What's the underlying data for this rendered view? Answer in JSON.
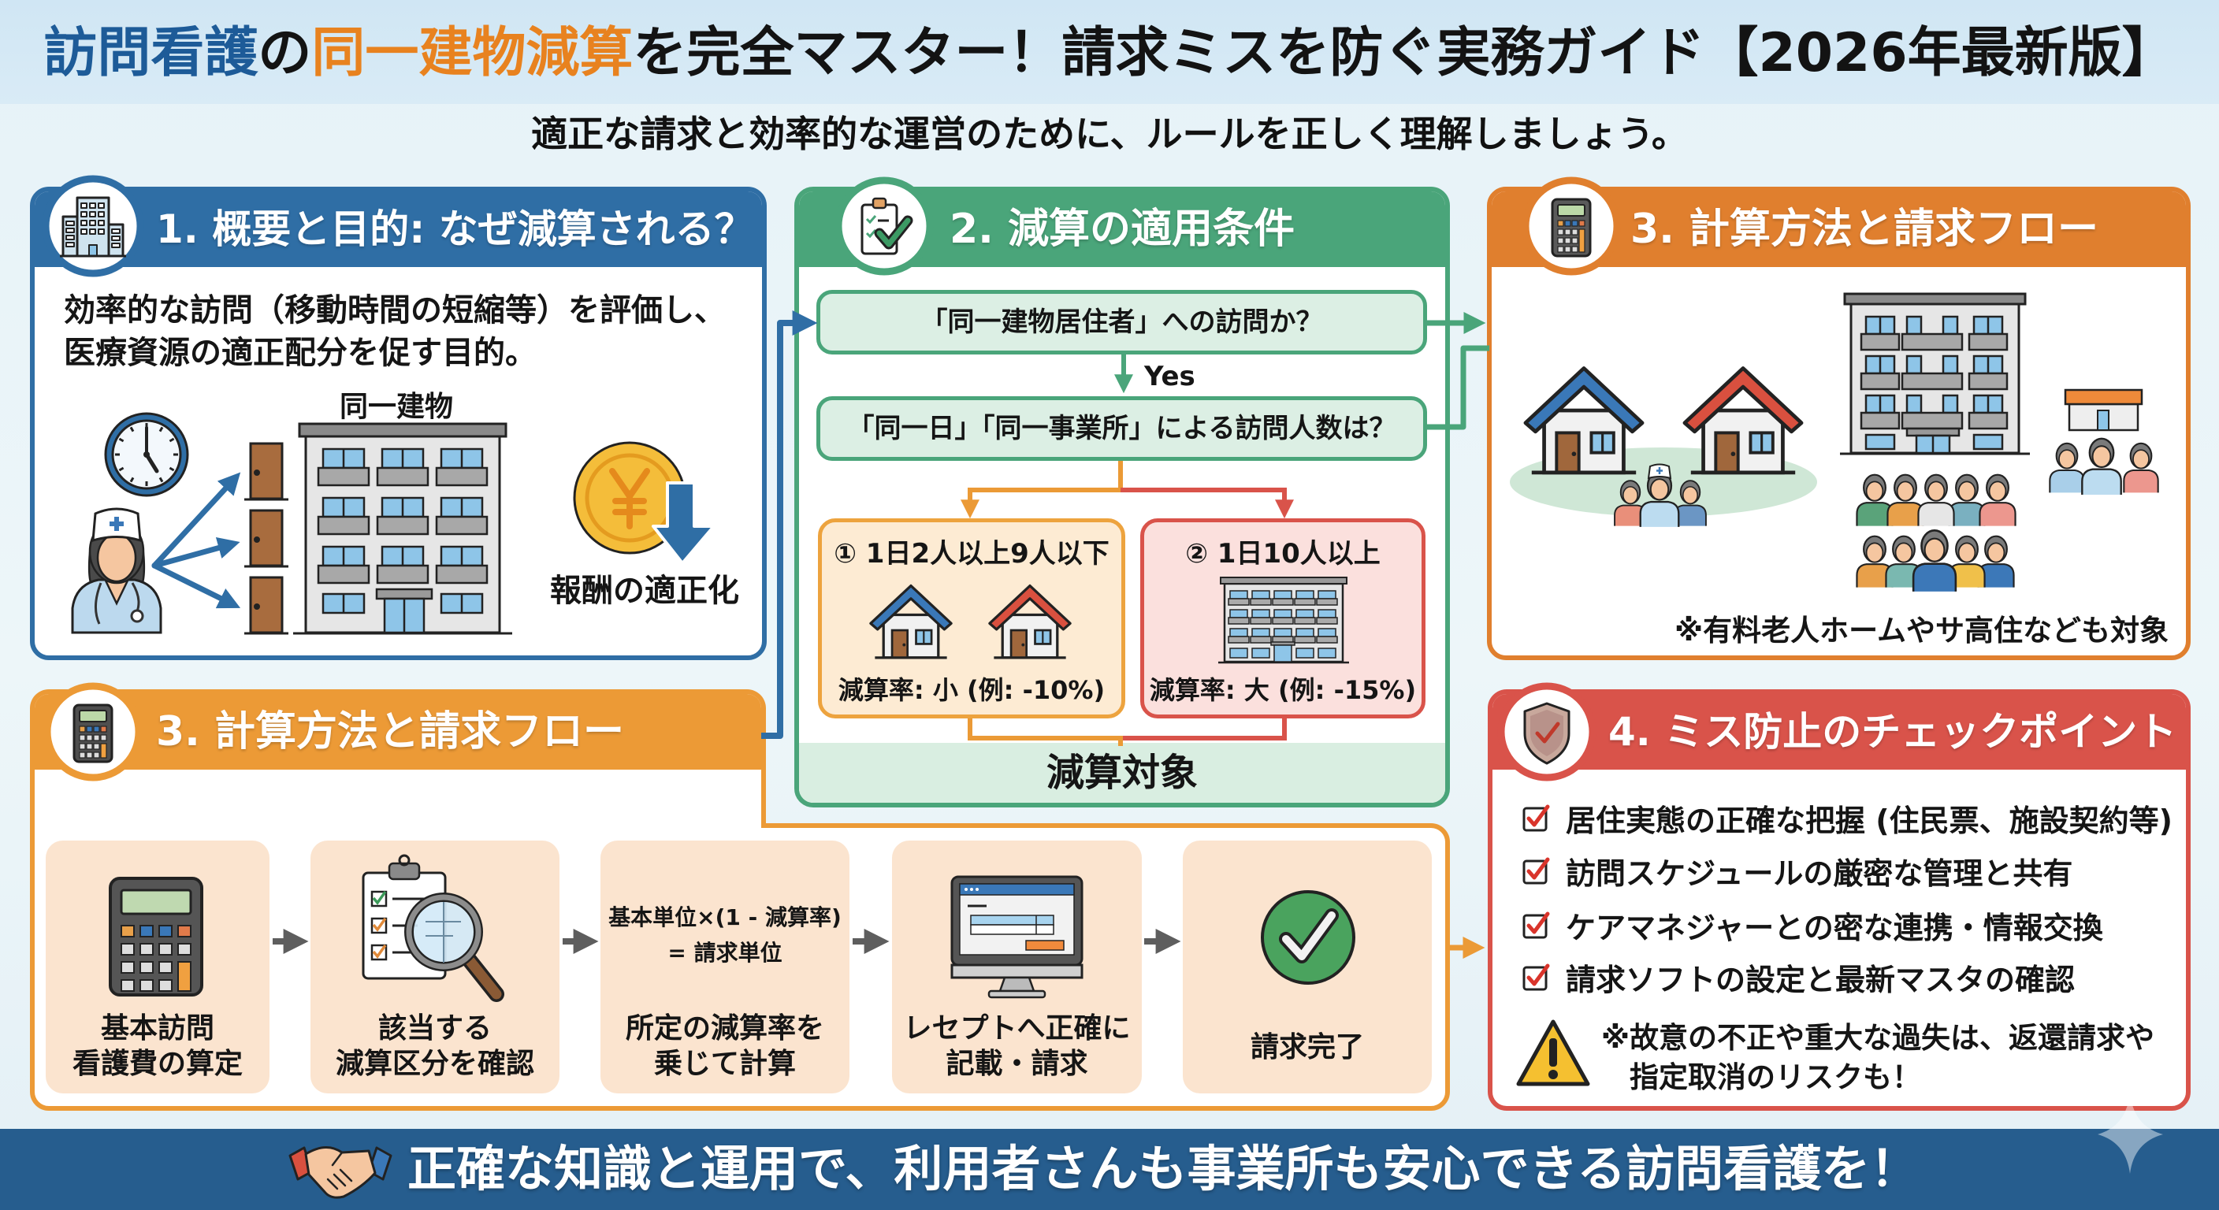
{
  "page": {
    "title": {
      "part1": "訪問看護",
      "part2": "の",
      "part3": "同一建物減算",
      "part4": "を完全マスター！請求ミスを防ぐ実務ガイド【2026年最新版】"
    },
    "subtitle": "適正な請求と効率的な運営のために、ルールを正しく理解しましょう。"
  },
  "colors": {
    "title_blue": "#1d5b98",
    "title_orange": "#e8821f",
    "section1_blue": "#2f6ea5",
    "section2_green": "#4aa57a",
    "section3_orange_dark": "#e07f2e",
    "section3_orange": "#ec9a36",
    "section4_red": "#d9534a",
    "footer_navy": "#265d8e",
    "step_fill": "#fbe4cf"
  },
  "sections": {
    "overview": {
      "title": "1. 概要と目的: なぜ減算される？",
      "icon": "office-building-icon",
      "body": [
        "効率的な訪問（移動時間の短縮等）を評価し、",
        "医療資源の適正配分を促す目的。"
      ],
      "building_label": "同一建物",
      "reward_label": "報酬の適正化",
      "illustrations": [
        "clock-icon",
        "nurse-icon",
        "visit-arrow-icon",
        "door-icon",
        "apartment-building-icon",
        "yen-coin-down-icon"
      ]
    },
    "conditions": {
      "title": "2. 減算の適用条件",
      "icon": "clipboard-check-icon",
      "question1": "「同一建物居住者」への訪問か？",
      "yes_label": "Yes",
      "question2": "「同一日」「同一事業所」による訪問人数は？",
      "cases": [
        {
          "label": "① 1日2人以上9人以下",
          "rate": "減算率: 小 (例: -10%)",
          "icon": "two-houses-icon"
        },
        {
          "label": "② 1日10人以上",
          "rate": "減算率: 大 (例: -15%)",
          "icon": "apartment-building-icon"
        }
      ],
      "result": "減算対象"
    },
    "targets": {
      "title": "3. 計算方法と請求フロー",
      "icon": "calculator-icon",
      "note": "※有料老人ホームやサ高住なども対象",
      "illustrations": [
        "houses-icon",
        "people-group-icon",
        "apartment-building-icon",
        "facility-icon"
      ]
    },
    "flow": {
      "title": "3. 計算方法と請求フロー",
      "icon": "calculator-icon",
      "steps": [
        {
          "icon": "calculator-icon",
          "line1": "基本訪問",
          "line2": "看護費の算定"
        },
        {
          "icon": "clipboard-magnifier-icon",
          "line1": "該当する",
          "line2": "減算区分を確認"
        },
        {
          "formula1": "基本単位×(1 - 減算率)",
          "formula2": "= 請求単位",
          "line1": "所定の減算率を",
          "line2": "乗じて計算"
        },
        {
          "icon": "computer-monitor-icon",
          "line1": "レセプトへ正確に",
          "line2": "記載・請求"
        },
        {
          "icon": "check-circle-icon",
          "line1": "請求完了"
        }
      ]
    },
    "checkpoints": {
      "title": "4. ミス防止のチェックポイント",
      "icon": "shield-check-icon",
      "items": [
        "居住実態の正確な把握 (住民票、施設契約等)",
        "訪問スケジュールの厳密な管理と共有",
        "ケアマネジャーとの密な連携・情報交換",
        "請求ソフトの設定と最新マスタの確認"
      ],
      "warning": {
        "icon": "warning-icon",
        "line1": "※故意の不正や重大な過失は、返還請求や",
        "line2": "指定取消のリスクも！"
      }
    }
  },
  "footer": {
    "icon": "handshake-icon",
    "message": "正確な知識と運用で、利用者さんも事業所も安心できる訪問看護を！"
  }
}
